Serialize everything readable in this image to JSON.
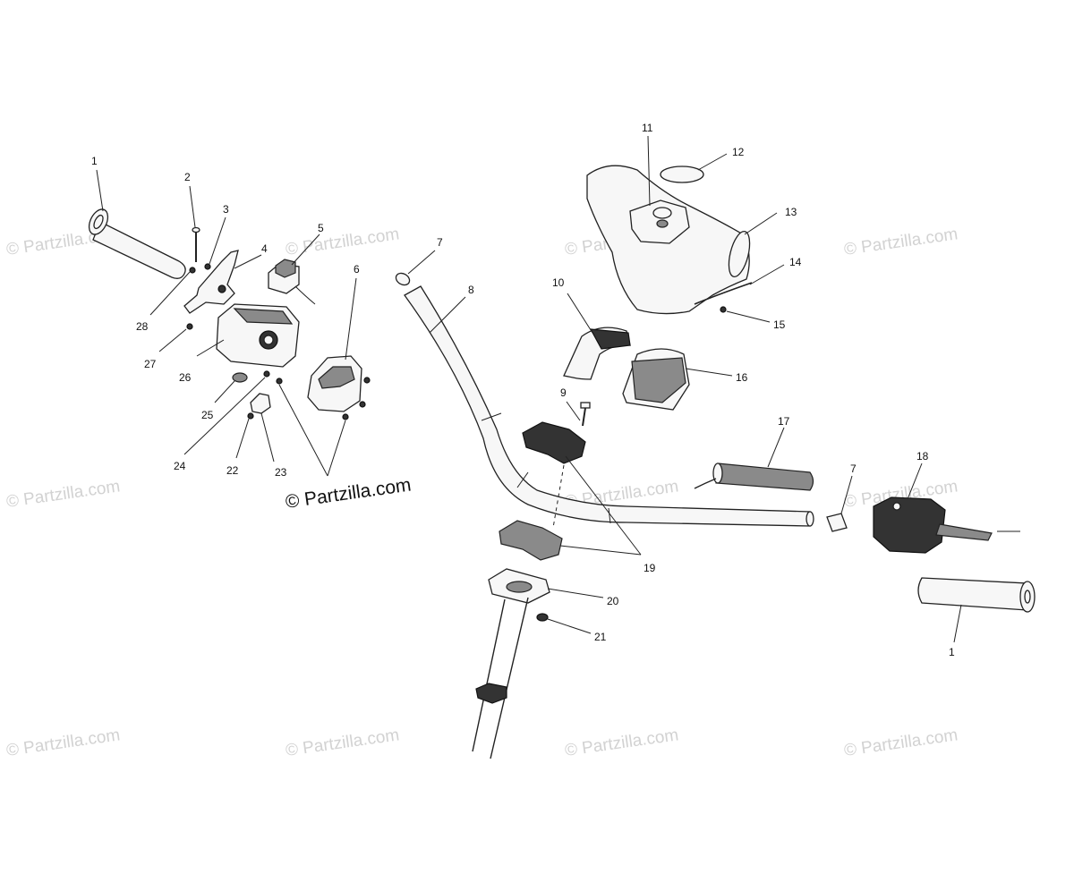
{
  "watermark": {
    "repeat_text": "© Partzilla.com",
    "main_text": "© Partzilla.com"
  },
  "callouts": [
    {
      "id": "c1a",
      "text": "1"
    },
    {
      "id": "c2",
      "text": "2"
    },
    {
      "id": "c3",
      "text": "3"
    },
    {
      "id": "c4",
      "text": "4"
    },
    {
      "id": "c5",
      "text": "5"
    },
    {
      "id": "c6",
      "text": "6"
    },
    {
      "id": "c7a",
      "text": "7"
    },
    {
      "id": "c8",
      "text": "8"
    },
    {
      "id": "c9",
      "text": "9"
    },
    {
      "id": "c10",
      "text": "10"
    },
    {
      "id": "c11",
      "text": "11"
    },
    {
      "id": "c12",
      "text": "12"
    },
    {
      "id": "c13",
      "text": "13"
    },
    {
      "id": "c14",
      "text": "14"
    },
    {
      "id": "c15",
      "text": "15"
    },
    {
      "id": "c16",
      "text": "16"
    },
    {
      "id": "c17",
      "text": "17"
    },
    {
      "id": "c7b",
      "text": "7"
    },
    {
      "id": "c18",
      "text": "18"
    },
    {
      "id": "c19",
      "text": "19"
    },
    {
      "id": "c20",
      "text": "20"
    },
    {
      "id": "c21",
      "text": "21"
    },
    {
      "id": "c1b",
      "text": "1"
    },
    {
      "id": "c22",
      "text": "22"
    },
    {
      "id": "c23",
      "text": "23"
    },
    {
      "id": "c24",
      "text": "24"
    },
    {
      "id": "c25",
      "text": "25"
    },
    {
      "id": "c26",
      "text": "26"
    },
    {
      "id": "c27",
      "text": "27"
    },
    {
      "id": "c28",
      "text": "28"
    }
  ]
}
